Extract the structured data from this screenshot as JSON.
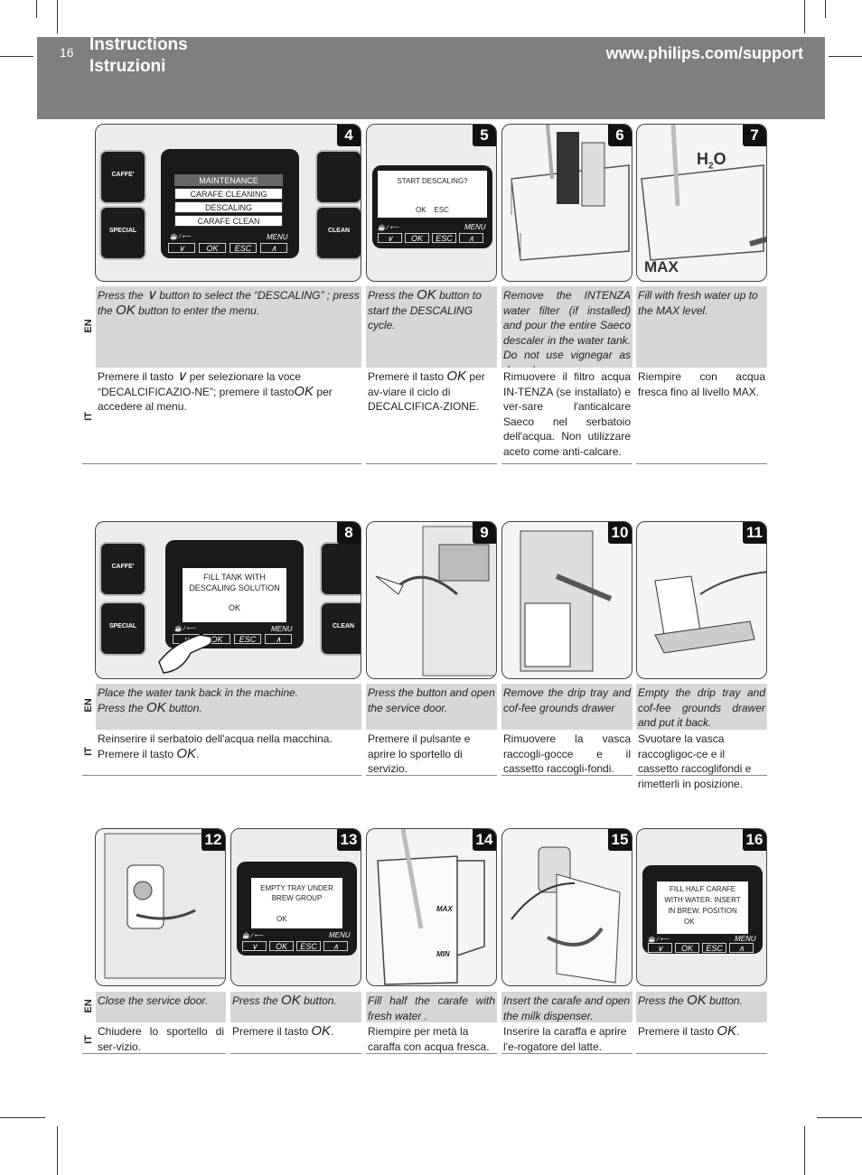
{
  "header": {
    "page_number": "16",
    "title_en": "Instructions",
    "title_it": "Istruzioni",
    "url": "www.philips.com/support"
  },
  "lang": {
    "en": "EN",
    "it": "IT"
  },
  "machine": {
    "caffe": "CAFFE'",
    "special": "SPECIAL",
    "clean": "CLEAN",
    "ok": "OK",
    "esc": "ESC",
    "menu": "MENU",
    "icons": "☕ ⁄ ⟵"
  },
  "panels": {
    "p4": {
      "num": "4",
      "menu": [
        "MAINTENANCE",
        "CARAFE CLEANING",
        "DESCALING",
        "CARAFE CLEAN"
      ]
    },
    "p5": {
      "num": "5",
      "lcd_title": "START DESCALING?",
      "lcd_ok": "OK",
      "lcd_esc": "ESC"
    },
    "p6": {
      "num": "6"
    },
    "p7": {
      "num": "7",
      "h2o": "H",
      "h2o_sub": "2",
      "h2o_o": "O",
      "max": "MAX"
    },
    "p8": {
      "num": "8",
      "lcd_line1": "FILL TANK WITH",
      "lcd_line2": "DESCALING SOLUTION",
      "lcd_ok": "OK"
    },
    "p9": {
      "num": "9"
    },
    "p10": {
      "num": "10"
    },
    "p11": {
      "num": "11"
    },
    "p12": {
      "num": "12"
    },
    "p13": {
      "num": "13",
      "lcd_line1": "EMPTY TRAY UNDER",
      "lcd_line2": "BREW GROUP",
      "lcd_ok": "OK"
    },
    "p14": {
      "num": "14",
      "max": "MAX",
      "min": "MIN"
    },
    "p15": {
      "num": "15"
    },
    "p16": {
      "num": "16",
      "lcd_line1": "FILL HALF CARAFE",
      "lcd_line2": "WITH WATER. INSERT",
      "lcd_line3": "IN BREW. POSITION",
      "lcd_ok": "OK"
    }
  },
  "text": {
    "r1": {
      "en4_a": "Press the",
      "en4_b": "button to select the “DESCALING” ; press the",
      "en4_c": "button to enter the menu.",
      "it4_a": "Premere il tasto",
      "it4_b": "per selezionare la voce “DECALCIFICAZIO-NE”; premere il tasto",
      "it4_c": "per accedere al menu.",
      "en5_a": "Press the",
      "en5_b": "button to start the DESCALING cycle.",
      "it5_a": "Premere il tasto",
      "it5_b": "per av-viare il ciclo di DECALCIFICA-ZIONE.",
      "en6": "Remove the INTENZA water filter (if installed) and pour the entire Saeco descaler in the water tank. Do not use vignegar as descaler.",
      "it6": "Rimuovere il filtro acqua IN-TENZA (se installato) e ver-sare l'anticalcare Saeco nel serbatoio dell'acqua. Non utilizzare aceto come anti-calcare.",
      "en7": "Fill with fresh water up to the MAX level.",
      "it7": "Riempire con acqua fresca fino al livello MAX."
    },
    "r2": {
      "en8_a": "Place the water tank back in the machine.",
      "en8_b": "Press the",
      "en8_c": "button.",
      "it8_a": "Reinserire il serbatoio dell'acqua nella macchina.",
      "it8_b": "Premere il tasto",
      "it8_c": ".",
      "en9": "Press the button and open the service door.",
      "it9": "Premere il pulsante e aprire lo sportello di servizio.",
      "en10": "Remove the drip tray and cof-fee grounds drawer",
      "it10": "Rimuovere la vasca raccogli-gocce e il cassetto raccogli-fondi.",
      "en11": "Empty the drip tray and cof-fee grounds drawer and put it back.",
      "it11": "Svuotare la vasca raccogligoc-ce e il cassetto raccoglifondi e rimetterli in posizione."
    },
    "r3": {
      "en12": "Close the service door.",
      "it12": "Chiudere lo sportello di ser-vizio.",
      "en13_a": "Press the",
      "en13_b": "button.",
      "it13_a": "Premere il tasto",
      "it13_b": ".",
      "en14": "Fill half the carafe with fresh water .",
      "it14": "Riempire per metà la caraffa con acqua fresca.",
      "en15": "Insert the carafe and open the milk dispenser.",
      "it15": "Inserire la caraffa e aprire l'e-rogatore del latte.",
      "en16_a": "Press the",
      "en16_b": "button.",
      "it16_a": "Premere il tasto",
      "it16_b": "."
    }
  }
}
